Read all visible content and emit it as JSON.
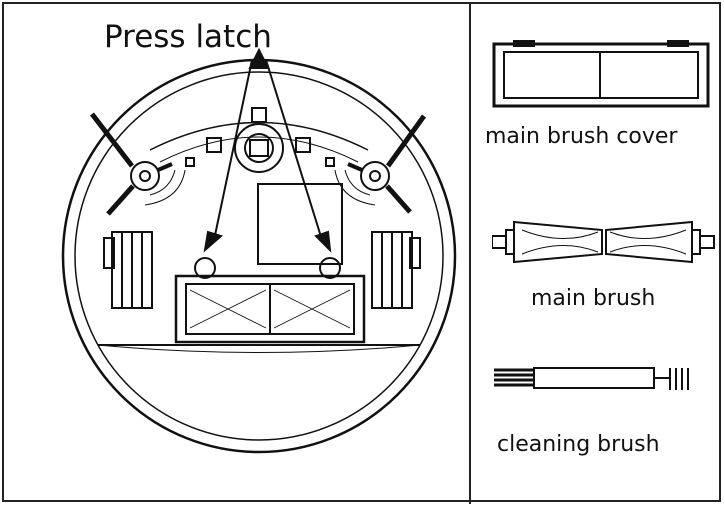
{
  "labels": {
    "press_latch": "Press latch",
    "main_brush_cover": "main brush cover",
    "main_brush": "main brush",
    "cleaning_brush": "cleaning brush"
  },
  "icons": {
    "robot": "robot-vacuum-bottom-icon",
    "cover": "main-brush-cover-icon",
    "brush": "main-brush-icon",
    "cleaner": "cleaning-brush-icon"
  }
}
